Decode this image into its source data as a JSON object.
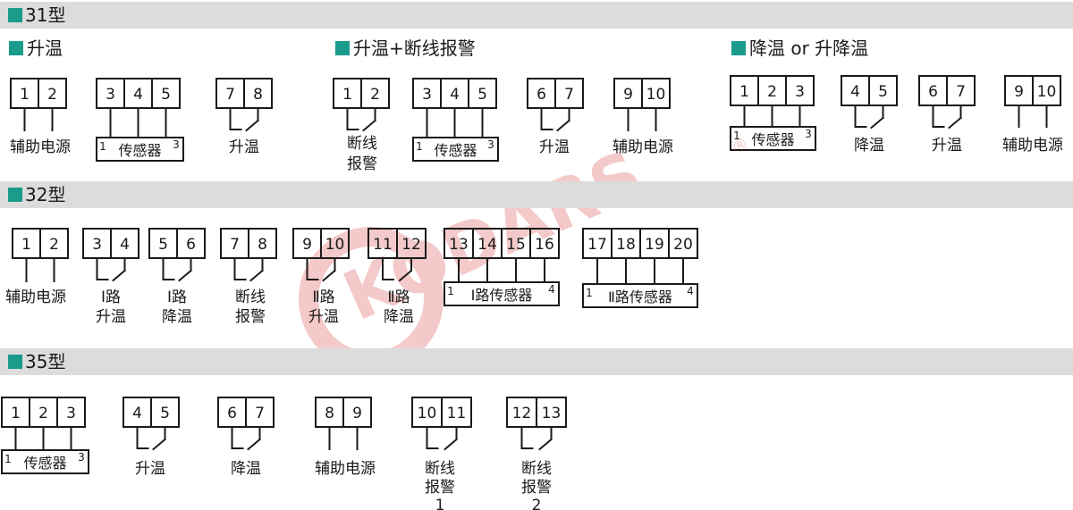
{
  "sections": [
    {
      "title": "31型"
    },
    {
      "title": "32型"
    },
    {
      "title": "35型"
    }
  ],
  "groups31": [
    {
      "title": "升温"
    },
    {
      "title": "升温+断线报警"
    },
    {
      "title": "降温 or 升降温"
    }
  ],
  "watermark": {
    "text": "KODARS",
    "mark": "®",
    "color": "#f4c9c9"
  },
  "accent_color": "#1a9b8c",
  "terminal_labels": {
    "aux_power": "辅助电源",
    "heating": "升温",
    "cooling": "降温",
    "break_alarm_1": "断线",
    "break_alarm_2": "报警",
    "sensor": "传感器",
    "road1_sensor": "Ⅰ路传感器",
    "road2_sensor": "Ⅱ路传感器",
    "road1": "Ⅰ路",
    "road2": "Ⅱ路",
    "alarm_1": "1",
    "alarm_2": "2"
  }
}
